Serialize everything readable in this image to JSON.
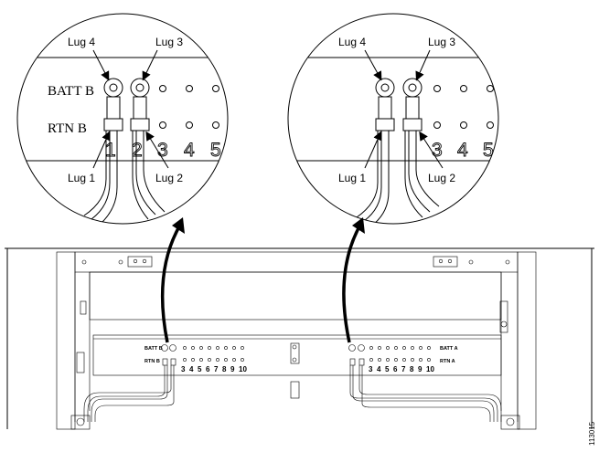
{
  "left_detail": {
    "lug4": "Lug 4",
    "lug3": "Lug 3",
    "lug1": "Lug 1",
    "lug2": "Lug 2",
    "batt_label": "BATT B",
    "rtn_label": "RTN B",
    "terminal_numbers": [
      "1",
      "2",
      "3",
      "4",
      "5"
    ]
  },
  "right_detail": {
    "lug4": "Lug 4",
    "lug3": "Lug 3",
    "lug1": "Lug 1",
    "lug2": "Lug 2",
    "terminal_numbers": [
      "3",
      "4",
      "5"
    ]
  },
  "panel": {
    "left_batt": "BATT B",
    "left_rtn": "RTN B",
    "left_numbers": [
      "3",
      "4",
      "5",
      "6",
      "7",
      "8",
      "9",
      "10"
    ],
    "right_batt": "BATT A",
    "right_rtn": "RTN A",
    "right_numbers": [
      "3",
      "4",
      "5",
      "6",
      "7",
      "8",
      "9",
      "10"
    ]
  },
  "figure_id": "113015"
}
